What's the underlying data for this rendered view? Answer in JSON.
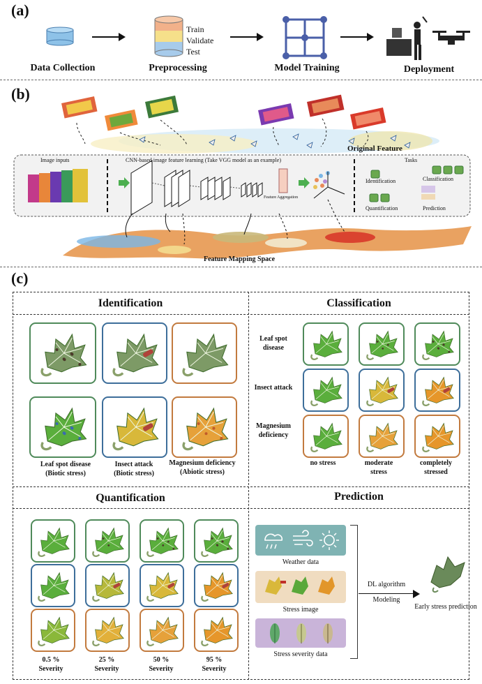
{
  "panel_a": {
    "label": "(a)",
    "stages": [
      "Data Collection",
      "Preprocessing",
      "Model Training",
      "Deployment"
    ],
    "split_labels": [
      "Train",
      "Validate",
      "Test"
    ]
  },
  "panel_b": {
    "label": "(b)",
    "original_feature": "Original Feature",
    "image_inputs": "Image inputs",
    "cnn_title": "CNN-based image feature learning (Take VGG model as an example)",
    "feature_aggregation": "Feature Aggregation",
    "tasks": {
      "title": "Tasks",
      "items": [
        "Identification",
        "Classification",
        "Quantification",
        "Prediction"
      ]
    },
    "mapping_space": "Feature Mapping Space"
  },
  "panel_c": {
    "label": "(c)",
    "identification": {
      "title": "Identification",
      "captions": [
        {
          "name": "Leaf spot disease",
          "type": "(Biotic stress)"
        },
        {
          "name": "Insect attack",
          "type": "(Biotic stress)"
        },
        {
          "name": "Magnesium deficiency",
          "type": "(Abiotic stress)"
        }
      ]
    },
    "classification": {
      "title": "Classification",
      "rows": [
        "Leaf spot disease",
        "Insect attack",
        "Magnesium deficiency"
      ],
      "columns": [
        "no stress",
        "moderate stress",
        "completely stressed"
      ]
    },
    "quantification": {
      "title": "Quantification",
      "levels": [
        {
          "value": "0.5 %",
          "label": "Severity"
        },
        {
          "value": "25 %",
          "label": "Severity"
        },
        {
          "value": "50 %",
          "label": "Severity"
        },
        {
          "value": "95 %",
          "label": "Severity"
        }
      ]
    },
    "prediction": {
      "title": "Prediction",
      "inputs": [
        "Weather data",
        "Stress image",
        "Stress severity data"
      ],
      "algorithm": "DL algorithm",
      "modeling": "Modeling",
      "output": "Early stress prediction"
    }
  },
  "colors": {
    "green_border": "#4f8a5a",
    "blue_border": "#3d6e9a",
    "orange_border": "#c27a3e",
    "weather_bg": "#7fb3b3",
    "stress_bg": "#f0dcc0",
    "severity_bg": "#c9b4d9"
  }
}
